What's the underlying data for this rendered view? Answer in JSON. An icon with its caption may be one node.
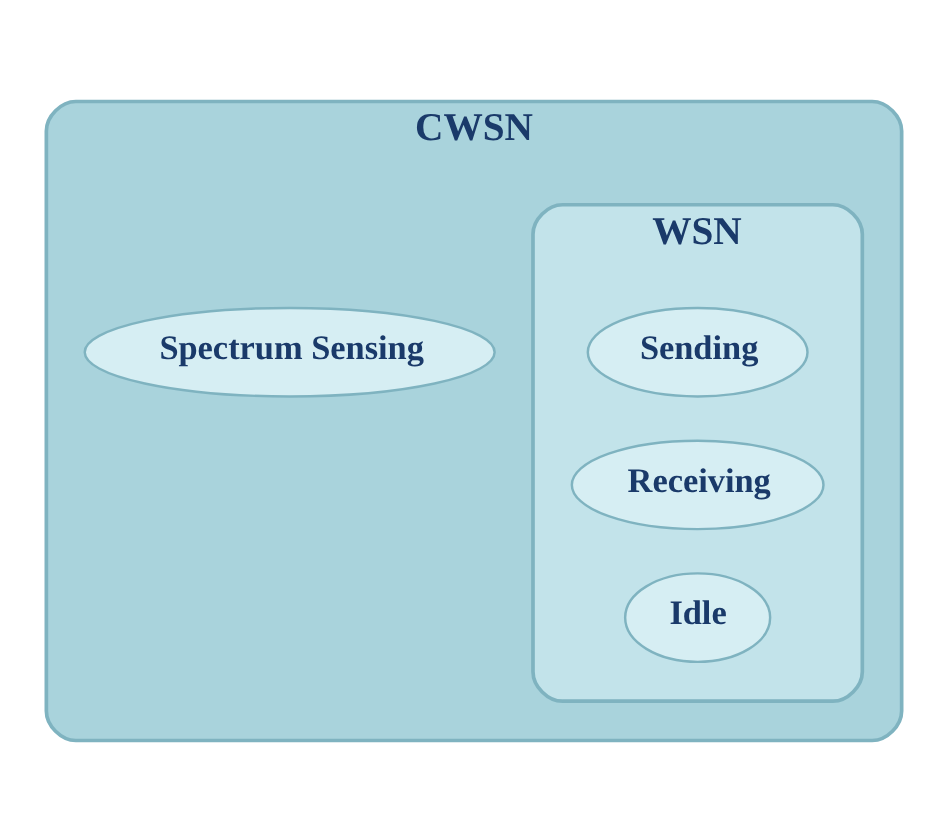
{
  "diagram": {
    "nodes": [
      {
        "text": [
          "CWSN"
        ]
      },
      {
        "text": [
          "Spectrum Sensing"
        ],
        "in": 0
      },
      {
        "text": [
          "WSN"
        ],
        "in": 0
      },
      {
        "text": [
          "Sending"
        ],
        "in": 2
      },
      {
        "text": [
          "Receiving"
        ],
        "in": 2
      },
      {
        "text": [
          "Idle"
        ],
        "in": 2
      }
    ],
    "edges": []
  }
}
